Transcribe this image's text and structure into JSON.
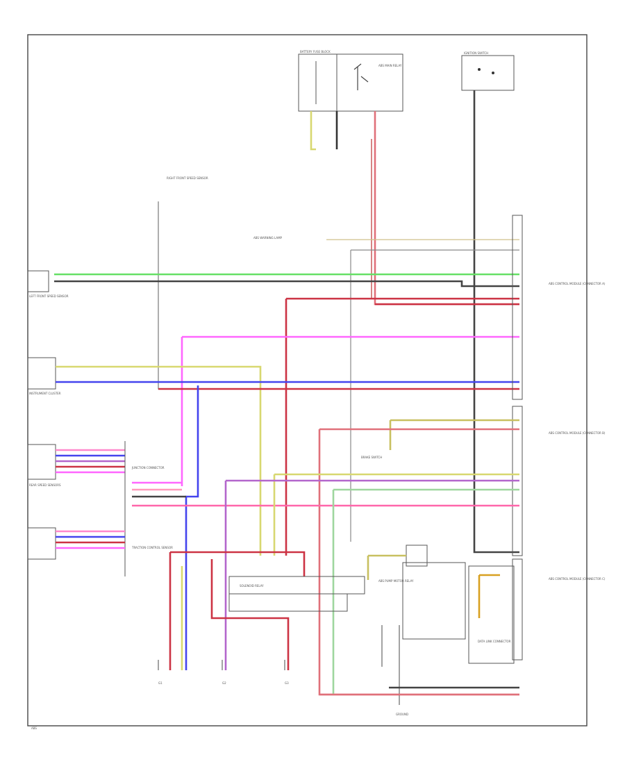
{
  "diagram": {
    "colors": {
      "green": "#66e066",
      "black": "#333333",
      "blue": "#4444ee",
      "red": "#cc3344",
      "pink": "#ff66ff",
      "lightpink": "#ff99bb",
      "yellow": "#d8d870",
      "gray": "#999999",
      "violet": "#b366cc",
      "lightgreen": "#9ed69e",
      "redpink": "#e0707a"
    },
    "labels": {
      "battery_box": "BATTERY FUSE BLOCK",
      "relay": "ABS MAIN RELAY",
      "ignition": "IGNITION SWITCH",
      "abs_pump": "ABS PUMP MOTOR RELAY",
      "abs_warning": "ABS WARNING LAMP",
      "speed_sensor_left": "LEFT FRONT SPEED SENSOR",
      "speed_sensor_right": "RIGHT FRONT SPEED SENSOR",
      "rear_speed": "REAR SPEED SENSORS",
      "traction": "TRACTION CONTROL SENSOR",
      "instrument": "INSTRUMENT CLUSTER",
      "ecu_a": "ABS CONTROL MODULE (CONNECTOR A)",
      "ecu_b": "ABS CONTROL MODULE (CONNECTOR B)",
      "ecu_c": "ABS CONTROL MODULE (CONNECTOR C)",
      "junction": "JUNCTION CONNECTOR",
      "ground_left": "G1",
      "ground_mid": "G2",
      "ground_right": "G3",
      "ground_bottom": "GROUND",
      "brake_switch": "BRAKE SWITCH",
      "data_link": "DATA LINK CONNECTOR",
      "solenoid": "SOLENOID RELAY",
      "footer": "ABS"
    }
  }
}
